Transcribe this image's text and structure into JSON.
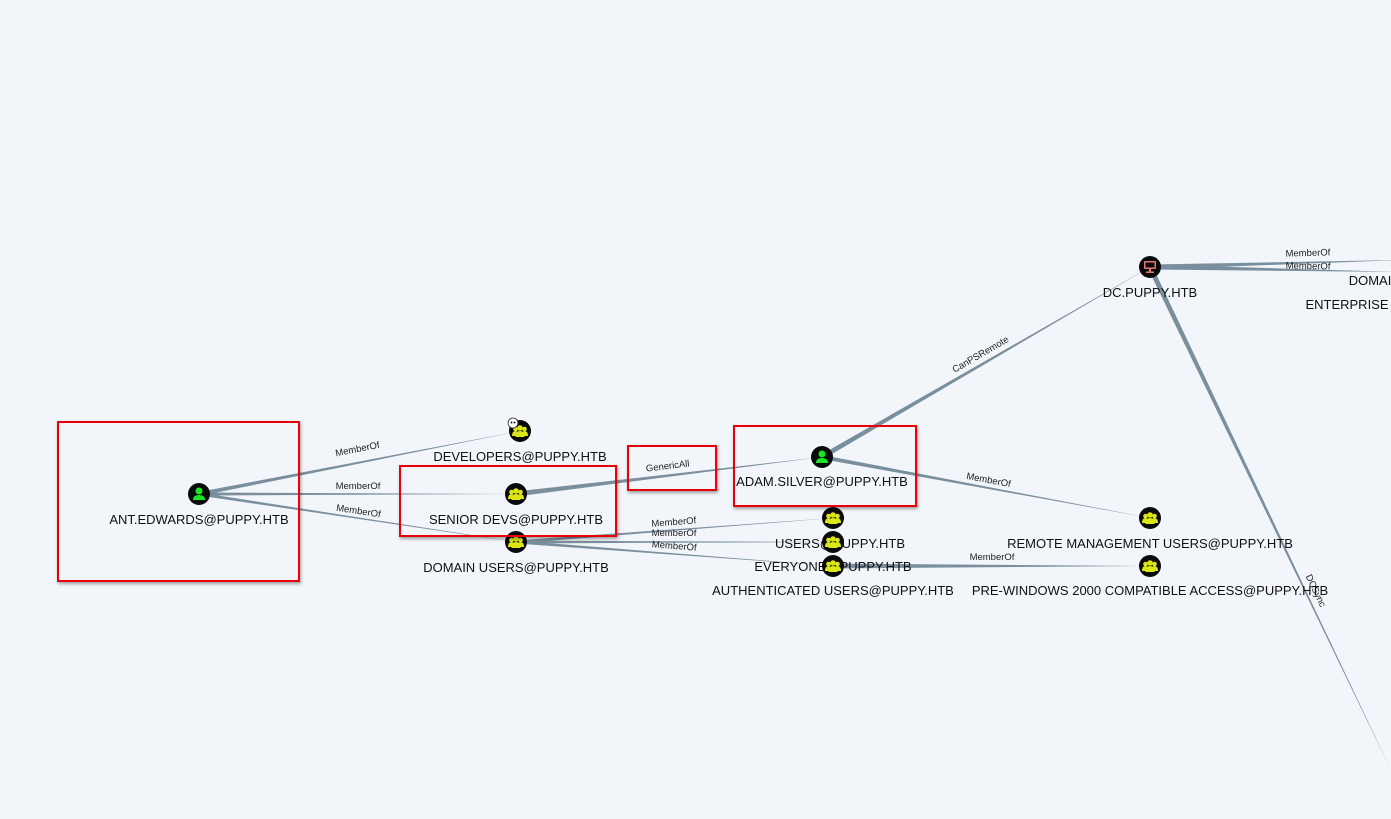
{
  "graph": {
    "colors": {
      "edge": "#7a8f9d",
      "node_bg": "#0a0a0a",
      "user": "#17e625",
      "group": "#dbe617",
      "computer": "#e67873",
      "highlight": "#e8000b",
      "background": "#f2f5f9"
    },
    "nodes": [
      {
        "id": "ant",
        "label": "ANT.EDWARDS@PUPPY.HTB",
        "type": "user"
      },
      {
        "id": "developers",
        "label": "DEVELOPERS@PUPPY.HTB",
        "type": "group",
        "badge": "skull-icon"
      },
      {
        "id": "seniordevs",
        "label": "SENIOR DEVS@PUPPY.HTB",
        "type": "group"
      },
      {
        "id": "domainusers",
        "label": "DOMAIN USERS@PUPPY.HTB",
        "type": "group"
      },
      {
        "id": "adam",
        "label": "ADAM.SILVER@PUPPY.HTB",
        "type": "user"
      },
      {
        "id": "dc",
        "label": "DC.PUPPY.HTB",
        "type": "computer"
      },
      {
        "id": "users",
        "label": "USERS@PUPPY.HTB",
        "type": "group"
      },
      {
        "id": "everyone",
        "label": "EVERYONE@PUPPY.HTB",
        "type": "group"
      },
      {
        "id": "authusers",
        "label": "AUTHENTICATED USERS@PUPPY.HTB",
        "type": "group"
      },
      {
        "id": "remotemgmt",
        "label": "REMOTE MANAGEMENT USERS@PUPPY.HTB",
        "type": "group"
      },
      {
        "id": "prewin",
        "label": "PRE-WINDOWS 2000 COMPATIBLE ACCESS@PUPPY.HTB",
        "type": "group"
      },
      {
        "id": "domainoff",
        "label": "DOMAI",
        "type": "group"
      },
      {
        "id": "enterpriseoff",
        "label": "ENTERPRISE",
        "type": "group"
      }
    ],
    "edges": [
      {
        "from": "ant",
        "to": "developers",
        "label": "MemberOf"
      },
      {
        "from": "ant",
        "to": "seniordevs",
        "label": "MemberOf"
      },
      {
        "from": "ant",
        "to": "domainusers",
        "label": "MemberOf"
      },
      {
        "from": "seniordevs",
        "to": "adam",
        "label": "GenericAll"
      },
      {
        "from": "adam",
        "to": "dc",
        "label": "CanPSRemote"
      },
      {
        "from": "adam",
        "to": "remotemgmt",
        "label": "MemberOf"
      },
      {
        "from": "domainusers",
        "to": "users",
        "label": "MemberOf"
      },
      {
        "from": "domainusers",
        "to": "everyone",
        "label": "MemberOf"
      },
      {
        "from": "domainusers",
        "to": "authusers",
        "label": "MemberOf"
      },
      {
        "from": "authusers",
        "to": "prewin",
        "label": "MemberOf"
      },
      {
        "from": "dc",
        "to": "domainoff",
        "label": "MemberOf"
      },
      {
        "from": "dc",
        "to": "enterpriseoff",
        "label": "MemberOf"
      },
      {
        "from": "dc",
        "to": "dcsyncoff",
        "label": "DCSync"
      }
    ]
  }
}
